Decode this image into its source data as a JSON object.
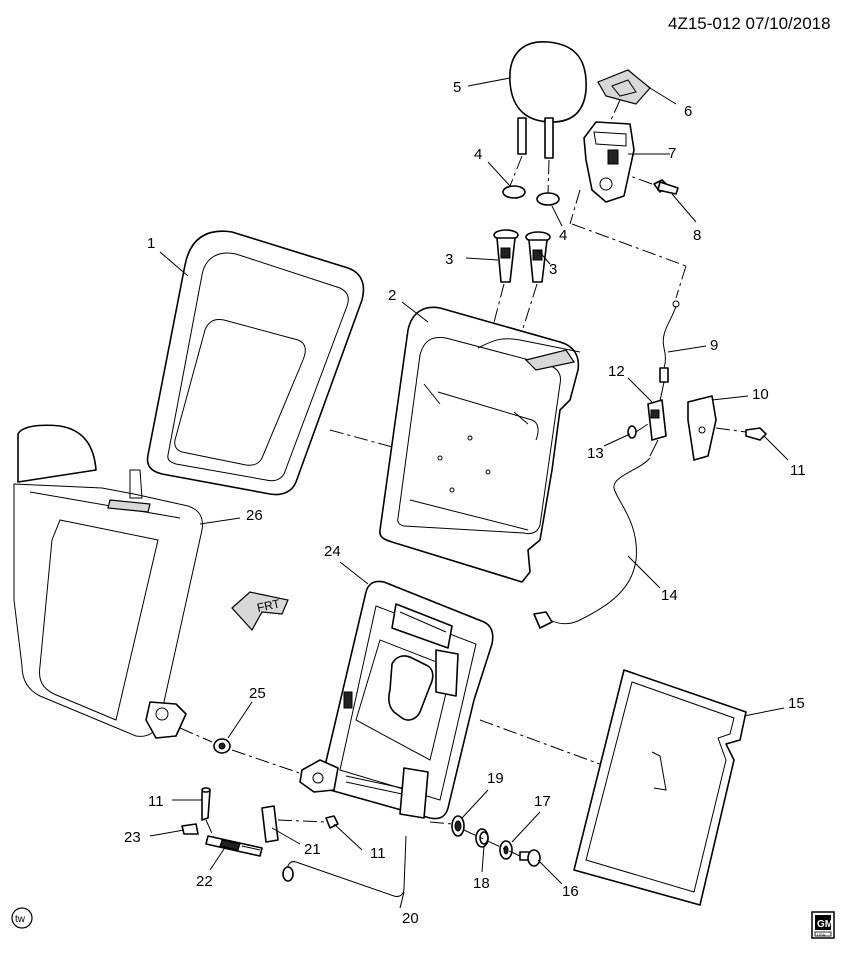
{
  "reference": "4Z15-012 07/10/2018",
  "callouts": [
    "1",
    "2",
    "3",
    "3",
    "4",
    "4",
    "5",
    "6",
    "7",
    "8",
    "9",
    "10",
    "11",
    "11",
    "11",
    "12",
    "13",
    "14",
    "15",
    "16",
    "17",
    "18",
    "19",
    "20",
    "21",
    "22",
    "23",
    "24",
    "25",
    "26"
  ],
  "front_arrow_label": "FRT",
  "footer_left_mark": "tw",
  "logo": {
    "top": "GM",
    "bottom": "USA"
  }
}
